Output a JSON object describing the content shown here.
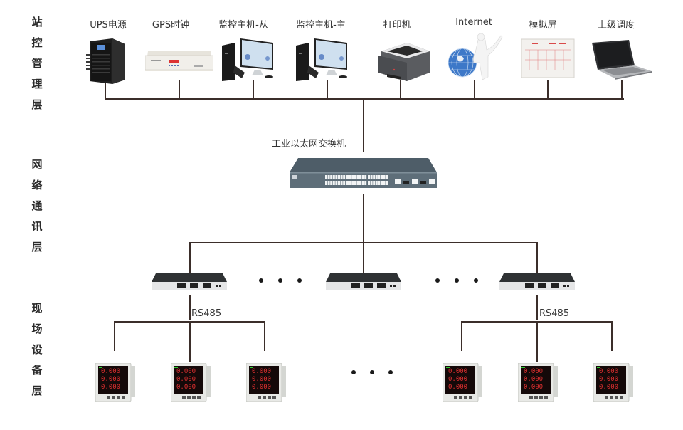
{
  "diagram": {
    "layers": [
      {
        "id": "station",
        "label": [
          "站",
          "控",
          "管",
          "理",
          "层"
        ]
      },
      {
        "id": "network",
        "label": [
          "网",
          "络",
          "通",
          "讯",
          "层"
        ]
      },
      {
        "id": "field",
        "label": [
          "现",
          "场",
          "设",
          "备",
          "层"
        ]
      }
    ],
    "station_devices": [
      {
        "name": "ups",
        "label": "UPS电源"
      },
      {
        "name": "gps-clock",
        "label": "GPS时钟"
      },
      {
        "name": "monitor-host-slave",
        "label": "监控主机-从"
      },
      {
        "name": "monitor-host-master",
        "label": "监控主机-主"
      },
      {
        "name": "printer",
        "label": "打印机"
      },
      {
        "name": "internet",
        "label": "Internet"
      },
      {
        "name": "mimic-panel",
        "label": "模拟屏"
      },
      {
        "name": "upper-dispatch",
        "label": "上级调度"
      }
    ],
    "core_switch": {
      "label": "工业以太网交换机"
    },
    "access_switches": [
      {
        "name": "switch-left"
      },
      {
        "name": "switch-middle"
      },
      {
        "name": "switch-right"
      }
    ],
    "bus_labels": {
      "left": "RS485",
      "right": "RS485"
    },
    "meters": {
      "left_group": 3,
      "right_group": 3,
      "display_readout": "0.000"
    },
    "ellipsis": "• • •",
    "colors": {
      "line": "#3b2e2a",
      "text": "#2b2b2b",
      "meter_digits": "#e03030",
      "switch_body": "#4f5e68"
    }
  }
}
